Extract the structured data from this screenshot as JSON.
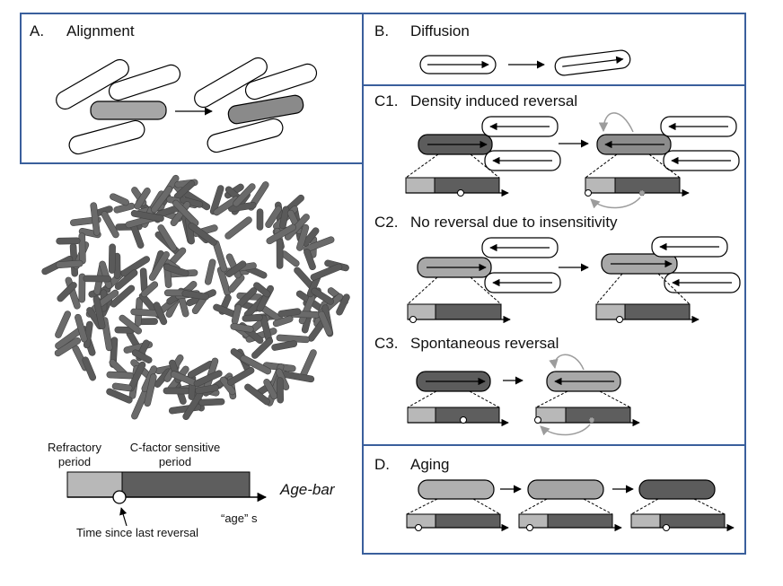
{
  "panels": {
    "a": {
      "letter": "A.",
      "title": "Alignment"
    },
    "b": {
      "letter": "B.",
      "title": "Diffusion"
    },
    "c1": {
      "letter": "C1.",
      "title": "Density induced reversal"
    },
    "c2": {
      "letter": "C2.",
      "title": "No reversal due to insensitivity"
    },
    "c3": {
      "letter": "C3.",
      "title": "Spontaneous reversal"
    },
    "d": {
      "letter": "D.",
      "title": "Aging"
    }
  },
  "legend": {
    "refractory_line1": "Refractory",
    "refractory_line2": "period",
    "cfactor_line1": "C-factor sensitive",
    "cfactor_line2": "period",
    "age_bar": "Age-bar",
    "age_unit": "“age” s",
    "time_since": "Time since last reversal"
  },
  "colors": {
    "frame": "#3a5f9c",
    "cell_dark": "#5c5c5c",
    "cell_mid": "#8c8c8c",
    "cell_light": "#b0b0b0",
    "bar_light": "#b8b8b8",
    "bar_dark": "#5e5e5e",
    "curve": "#9c9c9c"
  }
}
